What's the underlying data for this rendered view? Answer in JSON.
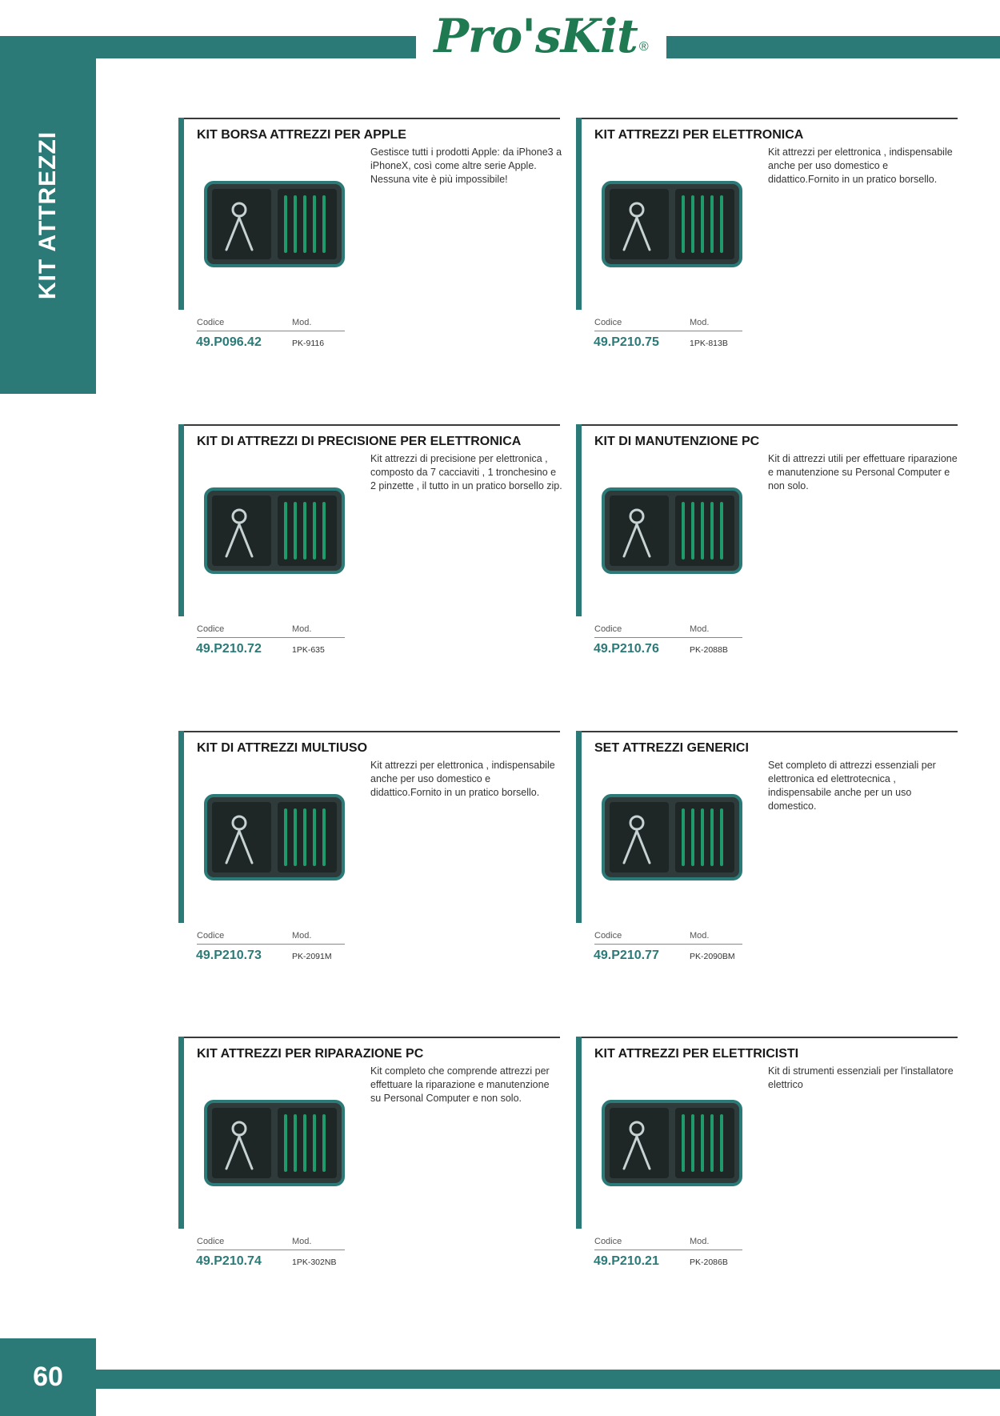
{
  "header": {
    "brand": "Pro'sKit",
    "registered": "®"
  },
  "side_label": "KIT ATTREZZI",
  "page_number": "60",
  "labels": {
    "code": "Codice",
    "model": "Mod."
  },
  "colors": {
    "accent": "#2b7a78",
    "logo": "#1f7a52"
  },
  "products": [
    {
      "title": "KIT BORSA ATTREZZI PER APPLE",
      "description": "Gestisce tutti i prodotti Apple: da iPhone3 a iPhoneX, così come altre serie Apple. Nessuna vite è più impossibile!",
      "code": "49.P096.42",
      "model": "PK-9116"
    },
    {
      "title": "KIT ATTREZZI PER ELETTRONICA",
      "description": "Kit attrezzi per elettronica , indispensabile anche per uso domestico e didattico.Fornito in un pratico borsello.",
      "code": "49.P210.75",
      "model": "1PK-813B"
    },
    {
      "title": "KIT DI ATTREZZI DI PRECISIONE PER ELETTRONICA",
      "description": "Kit attrezzi di precisione per elettronica , composto da 7 cacciaviti , 1 tronchesino e 2 pinzette , il tutto in un pratico borsello zip.",
      "code": "49.P210.72",
      "model": "1PK-635"
    },
    {
      "title": "KIT DI MANUTENZIONE PC",
      "description": "Kit di attrezzi utili per effettuare riparazione e manutenzione su Personal Computer e non solo.",
      "code": "49.P210.76",
      "model": "PK-2088B"
    },
    {
      "title": "KIT DI ATTREZZI MULTIUSO",
      "description": "Kit attrezzi per elettronica , indispensabile anche per uso domestico e didattico.Fornito in un pratico borsello.",
      "code": "49.P210.73",
      "model": "PK-2091M"
    },
    {
      "title": "SET ATTREZZI GENERICI",
      "description": "Set completo di attrezzi essenziali per elettronica ed elettrotecnica , indispensabile anche per un uso domestico.",
      "code": "49.P210.77",
      "model": "PK-2090BM"
    },
    {
      "title": "KIT ATTREZZI PER RIPARAZIONE PC",
      "description": "Kit completo che comprende attrezzi per effettuare la riparazione e manutenzione su Personal Computer e non solo.",
      "code": "49.P210.74",
      "model": "1PK-302NB"
    },
    {
      "title": "KIT ATTREZZI PER ELETTRICISTI",
      "description": "Kit di strumenti essenziali per l'installatore elettrico",
      "code": "49.P210.21",
      "model": "PK-2086B"
    }
  ]
}
